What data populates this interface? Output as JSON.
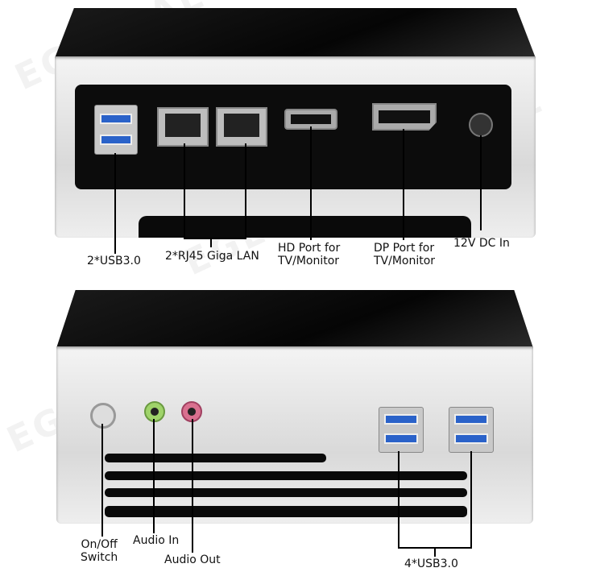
{
  "watermark": "EGLOBAL",
  "rear_view": {
    "labels": {
      "usb": "2*USB3.0",
      "lan": "2*RJ45 Giga LAN",
      "hd": [
        "HD Port for",
        "TV/Monitor"
      ],
      "dp": [
        "DP Port for",
        "TV/Monitor"
      ],
      "dc": "12V DC In"
    }
  },
  "front_view": {
    "labels": {
      "power": [
        "On/Off",
        "Switch"
      ],
      "audio_in": "Audio In",
      "audio_out": "Audio Out",
      "usb": "4*USB3.0"
    }
  },
  "colors": {
    "usb_blue": "#2a62c9",
    "audio_in": "#9fd36a",
    "audio_out": "#d9708f"
  }
}
